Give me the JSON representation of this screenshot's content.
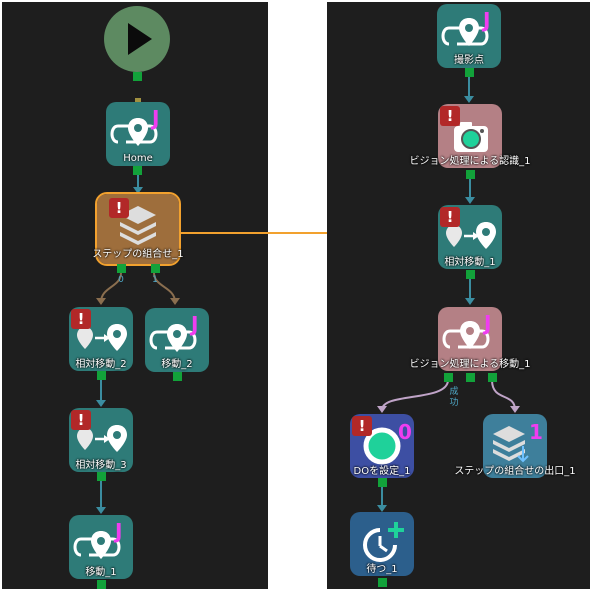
{
  "colors": {
    "panel_bg": "#1e1e1e",
    "node_teal": "#2e7b78",
    "node_pink": "#b48085",
    "node_brown": "#9e6e3c",
    "port_green": "#12a23a",
    "wire_teal": "#3b8da0",
    "wire_brown": "#8a6e4f",
    "wire_pink": "#c0a4c8",
    "selection_orange": "#f2a12e",
    "error_red": "#b22828",
    "j_magenta": "#ef3df0"
  },
  "left_flow": {
    "start_node": {
      "icon": "play-icon"
    },
    "home": {
      "label": "Home",
      "icon": "waypoint-icon",
      "mark": "J"
    },
    "compound": {
      "label": "ステップの組合せ_1",
      "icon": "layers-icon",
      "badge": "!",
      "port_0": "0",
      "port_1": "1"
    },
    "relative_2": {
      "label": "相対移動_2",
      "icon": "relative-move-icon",
      "badge": "!"
    },
    "move_2": {
      "label": "移動_2",
      "icon": "waypoint-icon",
      "mark": "J"
    },
    "relative_3": {
      "label": "相対移動_3",
      "icon": "relative-move-icon",
      "badge": "!"
    },
    "move_1": {
      "label": "移動_1",
      "icon": "waypoint-icon",
      "mark": "J"
    }
  },
  "right_flow": {
    "capture_point": {
      "label": "撮影点",
      "icon": "waypoint-icon",
      "mark": "J"
    },
    "vision_recognition": {
      "label": "ビジョン処理による認識_1",
      "icon": "camera-icon",
      "badge": "!"
    },
    "relative_1": {
      "label": "相対移動_1",
      "icon": "relative-move-icon",
      "badge": "!"
    },
    "vision_move": {
      "label": "ビジョン処理による移動_1",
      "icon": "waypoint-icon",
      "mark": "J",
      "port_success": "成功"
    },
    "set_do": {
      "label": "DOを設定_1",
      "icon": "digital-output-icon",
      "badge": "!",
      "mark": "0"
    },
    "compound_exit": {
      "label": "ステップの組合せの出口_1",
      "icon": "layers-exit-icon",
      "mark": "1"
    },
    "wait": {
      "label": "待つ_1",
      "icon": "clock-plus-icon"
    }
  }
}
